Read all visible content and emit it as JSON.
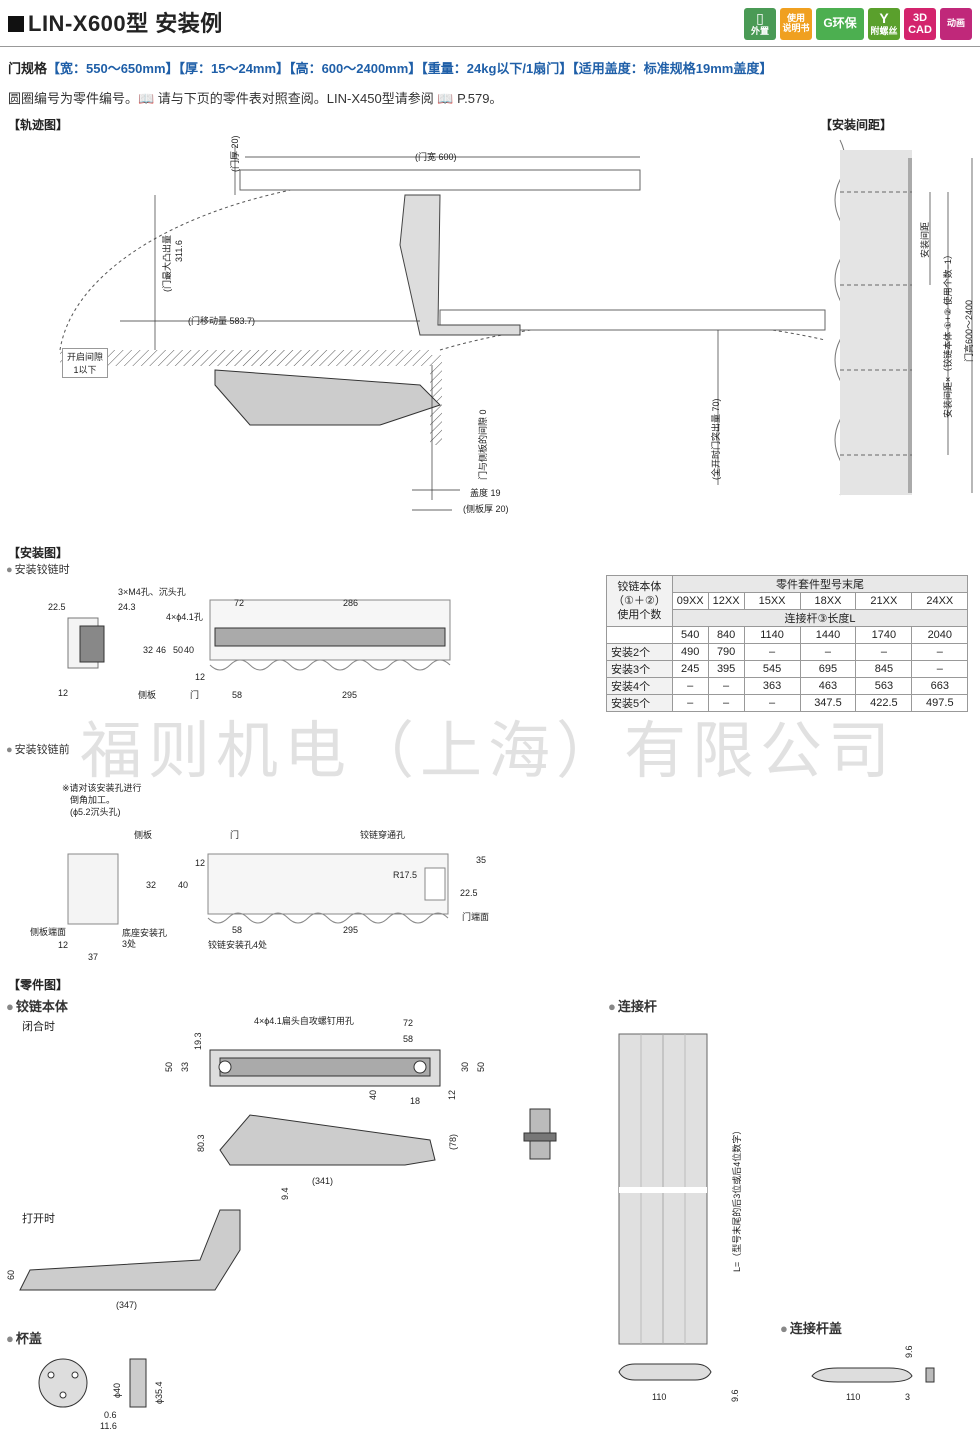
{
  "header": {
    "title": "LIN-X600型 安装例",
    "badges": [
      {
        "label": "外置",
        "color": "#4a9a55"
      },
      {
        "label": "使用\n说明书",
        "color": "#f0a020"
      },
      {
        "label": "G环保",
        "color": "#4caf50"
      },
      {
        "label": "附螺丝",
        "color": "#5aa02c"
      },
      {
        "label": "3D\nCAD",
        "color": "#d3246d"
      },
      {
        "label": "动画",
        "color": "#c0287a"
      }
    ]
  },
  "spec": {
    "prefix": "门规格",
    "items": [
      "【宽：550～650mm】",
      "【厚：15～24mm】",
      "【高：600～2400mm】",
      "【重量：24kg以下/1扇门】",
      "【适用盖度：标准规格19mm盖度】"
    ]
  },
  "note": "圆圈编号为零件编号。📖 请与下页的零件表对照查阅。LIN-X450型请参阅 📖 P.579。",
  "sections": {
    "trajectory": "【轨迹图】",
    "spacing": "【安装间距】",
    "install": "【安装图】",
    "parts": "【零件图】"
  },
  "trajectory_labels": {
    "door_thick": "(门厚 20)",
    "door_width": "(门宽 600)",
    "max_protrude": "(门最大凸出量",
    "max_protrude_val": "311.6",
    "door_travel": "(门移动量 583.7)",
    "open_gap": "开启间隙",
    "open_gap_val": "1以下",
    "side_gap": "门与侧板的间隙 0",
    "full_open": "(全开时门突出量 70)",
    "overlay": "盖度 19",
    "side_thick": "(侧板厚 20)"
  },
  "spacing_labels": {
    "install_pitch": "安装间距",
    "formula": "安装间距×（铰链本体 ①+② 使用个数−1）",
    "door_height": "门高600～2400"
  },
  "install": {
    "after_title": "安装铰链时",
    "before_title": "安装铰链前",
    "after_labels": [
      "3×M4孔、沉头孔",
      "22.5",
      "24.3",
      "4×ϕ4.1孔",
      "72",
      "286",
      "32",
      "46",
      "50",
      "40",
      "12",
      "12",
      "侧板",
      "门",
      "58",
      "295"
    ],
    "before_labels": [
      "※请对该安装孔进行",
      "倒角加工。",
      "(ϕ5.2沉头孔)",
      "侧板",
      "门",
      "铰链穿通孔",
      "32",
      "12",
      "40",
      "35",
      "R17.5",
      "22.5",
      "门端面",
      "侧板端面",
      "12",
      "37",
      "底座安装孔",
      "3处",
      "58",
      "295",
      "铰链安装孔4处"
    ]
  },
  "table": {
    "corner_top": "铰链本体",
    "corner_mid": "（①＋②）",
    "corner_bot": "使用个数",
    "group_header": "零件套件型号末尾",
    "models": [
      "09XX",
      "12XX",
      "15XX",
      "18XX",
      "21XX",
      "24XX"
    ],
    "sub_header": "连接杆③长度L",
    "lengths": [
      "540",
      "840",
      "1140",
      "1440",
      "1740",
      "2040"
    ],
    "rows": [
      {
        "label": "安装2个",
        "values": [
          "490",
          "790",
          "–",
          "–",
          "–",
          "–"
        ]
      },
      {
        "label": "安装3个",
        "values": [
          "245",
          "395",
          "545",
          "695",
          "845",
          "–"
        ]
      },
      {
        "label": "安装4个",
        "values": [
          "–",
          "–",
          "363",
          "463",
          "563",
          "663"
        ]
      },
      {
        "label": "安装5个",
        "values": [
          "–",
          "–",
          "–",
          "347.5",
          "422.5",
          "497.5"
        ]
      }
    ]
  },
  "watermark": "福则机电（上海）有限公司",
  "parts": {
    "hinge_body": "铰链本体",
    "closed": "闭合时",
    "opened": "打开时",
    "cup_cap": "杯盖",
    "link_rod": "连接杆",
    "link_cap": "连接杆盖",
    "hinge_labels": [
      "4×ϕ4.1扁头自攻螺钉用孔",
      "72",
      "58",
      "19.3",
      "50",
      "33",
      "30",
      "50",
      "40",
      "18",
      "12",
      "80.3",
      "(78)",
      "(341)",
      "9.4",
      "60",
      "(347)"
    ],
    "cup_labels": [
      "ϕ40",
      "ϕ35.4",
      "0.6",
      "11.6"
    ],
    "rod_labels": [
      "L=（型号末尾的后3位或后4位数字）",
      "110",
      "9.6"
    ],
    "rod_cap_labels": [
      "9.6",
      "110",
      "3"
    ]
  }
}
